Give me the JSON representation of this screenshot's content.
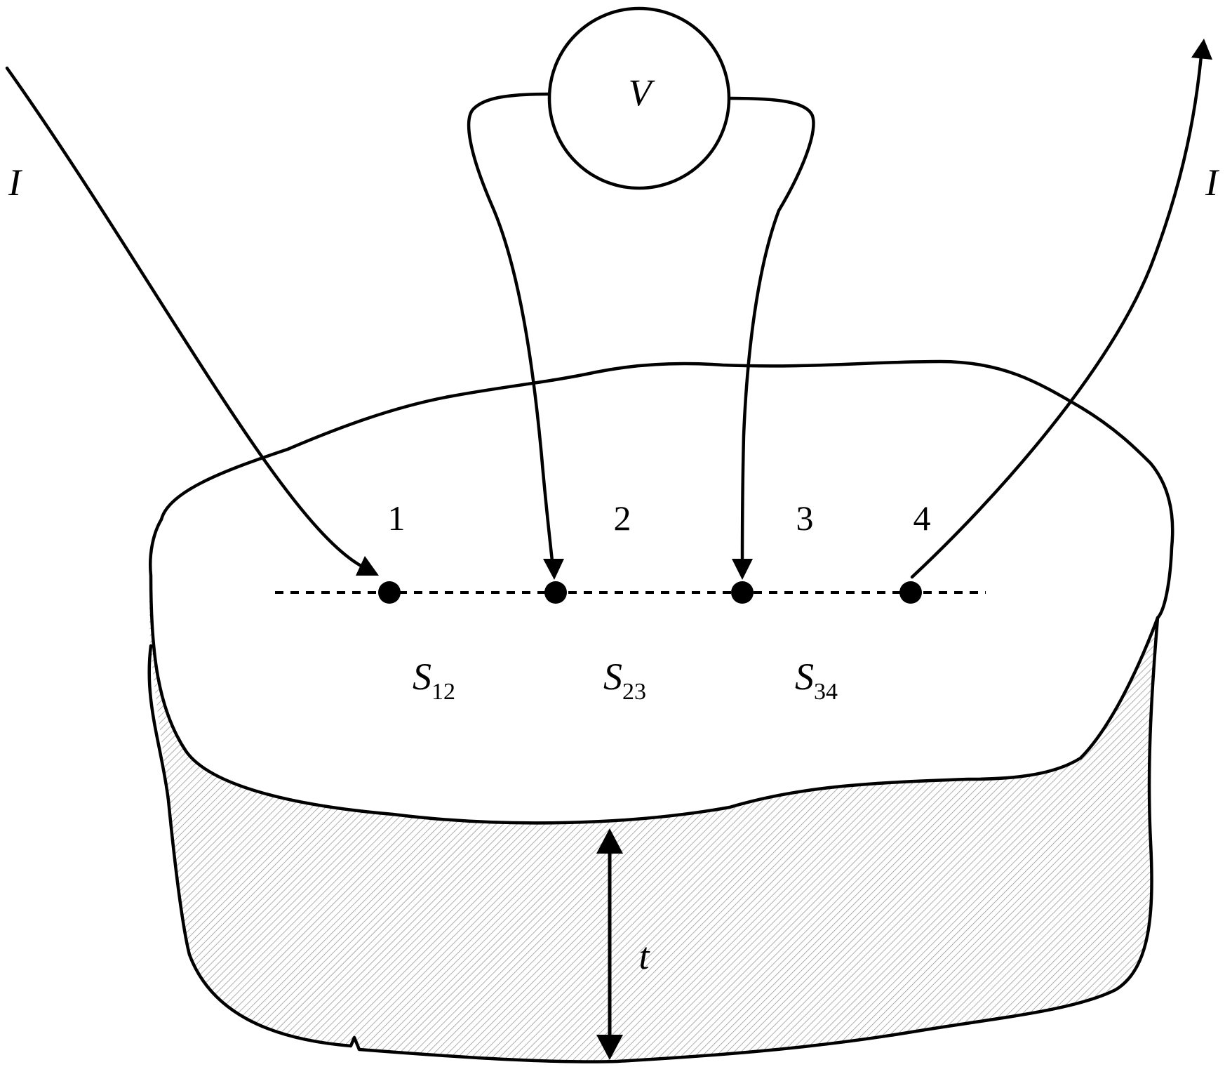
{
  "diagram": {
    "current_in_label": "I",
    "current_out_label": "I",
    "voltmeter_label": "V",
    "thickness_label": "t",
    "probes": [
      {
        "number": "1"
      },
      {
        "number": "2"
      },
      {
        "number": "3"
      },
      {
        "number": "4"
      }
    ],
    "spacings": [
      {
        "symbol": "S",
        "subscript": "12"
      },
      {
        "symbol": "S",
        "subscript": "23"
      },
      {
        "symbol": "S",
        "subscript": "34"
      }
    ],
    "colors": {
      "ink": "#000000",
      "background": "#ffffff",
      "hatch": "#9a9a9a"
    }
  }
}
